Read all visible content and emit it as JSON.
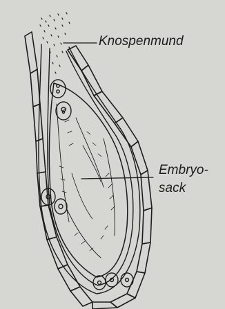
{
  "labels": {
    "knospenmund": "Knospenmund",
    "embryosack_line1": "Embryo-",
    "embryosack_line2": "sack"
  },
  "colors": {
    "background": "#d6d6d2",
    "ink": "#1c1c1c"
  }
}
